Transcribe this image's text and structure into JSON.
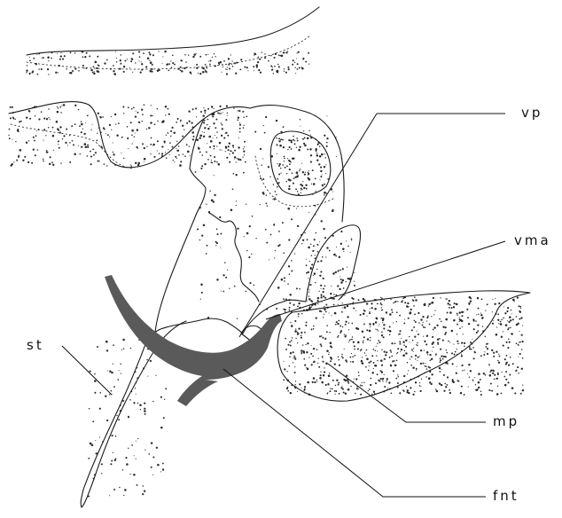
{
  "labels": {
    "vp": "vp",
    "vma": "vma",
    "st": "st",
    "mp": "mp",
    "fnt": "fnt"
  }
}
